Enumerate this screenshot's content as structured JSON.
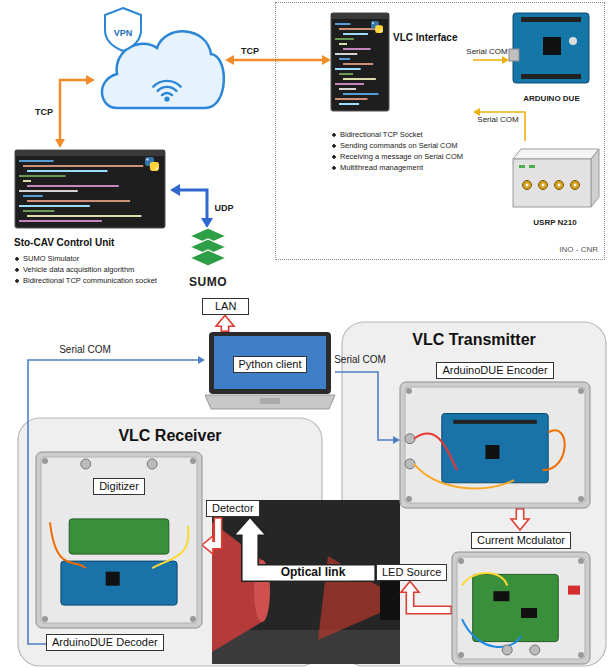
{
  "diagram": {
    "nodes": [
      {
        "text": [
          "VPN"
        ]
      },
      {
        "text": [
          "INO - CNR"
        ]
      },
      {
        "text": [
          "VLC Interface",
          "Bidirectional TCP Socket",
          "Sending commands on Serial COM",
          "Receiving a message on Serial COM",
          "Multithread management"
        ],
        "in": 1
      },
      {
        "text": [
          "ARDUINO DUE"
        ],
        "in": 1
      },
      {
        "text": [
          "USRP N210"
        ],
        "in": 1
      },
      {
        "text": [
          "Sto-CAV Control Unit",
          "SUMO Simulator",
          "Vehicle data acquisition algorithm",
          "Bidirectional TCP communication socket"
        ]
      },
      {
        "text": [
          "SUMO"
        ]
      },
      {
        "text": [
          "LAN"
        ]
      },
      {
        "text": [
          "Python client"
        ]
      },
      {
        "text": [
          "VLC Transmitter"
        ]
      },
      {
        "text": [
          "ArduinoDUE Encoder"
        ],
        "in": 9
      },
      {
        "text": [
          "Current Mcdulator"
        ],
        "in": 9
      },
      {
        "text": [
          "LED Source"
        ],
        "in": 9
      },
      {
        "text": [
          "VLC Receiver"
        ]
      },
      {
        "text": [
          "Detector"
        ],
        "in": 13
      },
      {
        "text": [
          "Digitizer"
        ],
        "in": 13
      },
      {
        "text": [
          "ArduinoDUE Decoder"
        ],
        "in": 13
      }
    ],
    "edges": [
      {
        "from": 5,
        "to": 0,
        "arrow": "both",
        "label": "TCP"
      },
      {
        "from": 0,
        "to": 2,
        "arrow": "both",
        "label": "TCP"
      },
      {
        "from": 2,
        "to": 3,
        "arrow": "to",
        "label": "Serial COM"
      },
      {
        "from": 4,
        "to": 2,
        "arrow": "to",
        "label": "Serial COM"
      },
      {
        "from": 5,
        "to": 6,
        "arrow": "both",
        "label": "UDP"
      },
      {
        "from": 8,
        "to": 7,
        "arrow": "to"
      },
      {
        "from": 16,
        "to": 8,
        "arrow": "to",
        "label": "Serial COM"
      },
      {
        "from": 8,
        "to": 10,
        "arrow": "to",
        "label": "Serial COM"
      },
      {
        "from": 10,
        "to": 11,
        "arrow": "to"
      },
      {
        "from": 11,
        "to": 12,
        "arrow": "to"
      },
      {
        "from": 12,
        "to": 14,
        "arrow": "to",
        "label": "Optical link"
      },
      {
        "from": 14,
        "to": 15,
        "arrow": "to"
      }
    ]
  }
}
